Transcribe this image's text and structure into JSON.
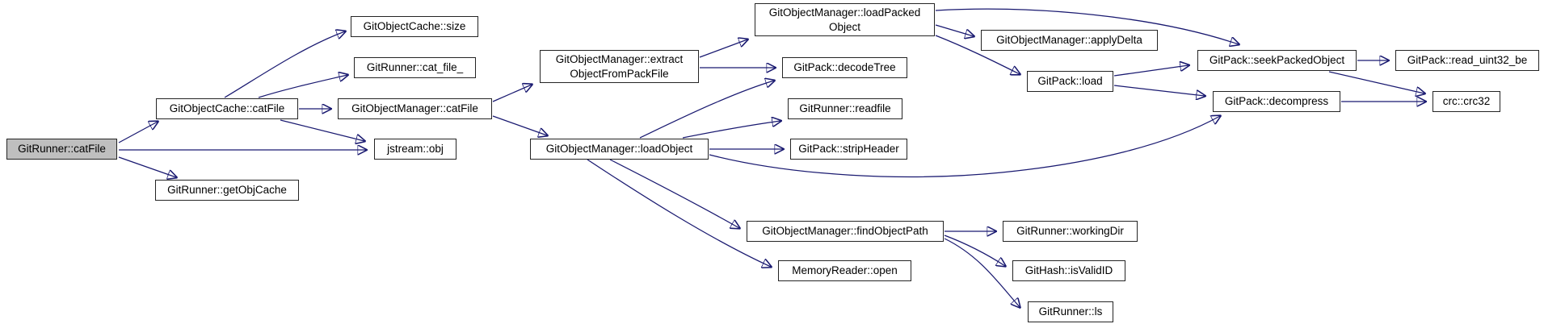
{
  "diagram": {
    "type": "doxygen-call-graph",
    "edge_color": "#191970",
    "node_fill": "#ffffff",
    "node_border_color": "#242424",
    "highlight_fill": "#bfbfbf",
    "nodes": [
      {
        "id": "gitrunner-catfile",
        "label": "GitRunner::catFile",
        "highlighted": true
      },
      {
        "id": "gitobjectcache-catfile",
        "label": "GitObjectCache::catFile",
        "highlighted": false
      },
      {
        "id": "gitobjectcache-size",
        "label": "GitObjectCache::size",
        "highlighted": false
      },
      {
        "id": "gitrunner-cat-file",
        "label": "GitRunner::cat_file_",
        "highlighted": false
      },
      {
        "id": "gitobjectmanager-catfile",
        "label": "GitObjectManager::catFile",
        "highlighted": false
      },
      {
        "id": "jstream-obj",
        "label": "jstream::obj",
        "highlighted": false
      },
      {
        "id": "gitrunner-getobjcache",
        "label": "GitRunner::getObjCache",
        "highlighted": false
      },
      {
        "id": "gitobjectmanager-extractobjectfrompackfile",
        "label": "GitObjectManager::extract\nObjectFromPackFile",
        "highlighted": false
      },
      {
        "id": "gitobjectmanager-loadobject",
        "label": "GitObjectManager::loadObject",
        "highlighted": false
      },
      {
        "id": "gitobjectmanager-loadpackedobject",
        "label": "GitObjectManager::loadPacked\nObject",
        "highlighted": false
      },
      {
        "id": "gitpack-decodetree",
        "label": "GitPack::decodeTree",
        "highlighted": false
      },
      {
        "id": "gitrunner-readfile",
        "label": "GitRunner::readfile",
        "highlighted": false
      },
      {
        "id": "gitpack-stripheader",
        "label": "GitPack::stripHeader",
        "highlighted": false
      },
      {
        "id": "gitobjectmanager-applydelta",
        "label": "GitObjectManager::applyDelta",
        "highlighted": false
      },
      {
        "id": "gitpack-load",
        "label": "GitPack::load",
        "highlighted": false
      },
      {
        "id": "gitpack-seekpackedobject",
        "label": "GitPack::seekPackedObject",
        "highlighted": false
      },
      {
        "id": "gitpack-read-uint32-be",
        "label": "GitPack::read_uint32_be",
        "highlighted": false
      },
      {
        "id": "gitpack-decompress",
        "label": "GitPack::decompress",
        "highlighted": false
      },
      {
        "id": "crc-crc32",
        "label": "crc::crc32",
        "highlighted": false
      },
      {
        "id": "gitobjectmanager-findobjectpath",
        "label": "GitObjectManager::findObjectPath",
        "highlighted": false
      },
      {
        "id": "gitrunner-workingdir",
        "label": "GitRunner::workingDir",
        "highlighted": false
      },
      {
        "id": "githash-isvalidid",
        "label": "GitHash::isValidID",
        "highlighted": false
      },
      {
        "id": "gitrunner-ls",
        "label": "GitRunner::ls",
        "highlighted": false
      },
      {
        "id": "memoryreader-open",
        "label": "MemoryReader::open",
        "highlighted": false
      }
    ],
    "edges": [
      {
        "from": "GitRunner::catFile",
        "to": "GitObjectCache::catFile"
      },
      {
        "from": "GitRunner::catFile",
        "to": "jstream::obj"
      },
      {
        "from": "GitRunner::catFile",
        "to": "GitRunner::getObjCache"
      },
      {
        "from": "GitObjectCache::catFile",
        "to": "GitObjectCache::size"
      },
      {
        "from": "GitObjectCache::catFile",
        "to": "GitRunner::cat_file_"
      },
      {
        "from": "GitObjectCache::catFile",
        "to": "GitObjectManager::catFile"
      },
      {
        "from": "GitObjectCache::catFile",
        "to": "jstream::obj"
      },
      {
        "from": "GitObjectManager::catFile",
        "to": "GitObjectManager::extractObjectFromPackFile"
      },
      {
        "from": "GitObjectManager::catFile",
        "to": "GitObjectManager::loadObject"
      },
      {
        "from": "GitObjectManager::extractObjectFromPackFile",
        "to": "GitObjectManager::loadPackedObject"
      },
      {
        "from": "GitObjectManager::extractObjectFromPackFile",
        "to": "GitPack::decodeTree"
      },
      {
        "from": "GitObjectManager::loadPackedObject",
        "to": "GitObjectManager::applyDelta"
      },
      {
        "from": "GitObjectManager::loadPackedObject",
        "to": "GitPack::load"
      },
      {
        "from": "GitObjectManager::loadPackedObject",
        "to": "GitPack::seekPackedObject"
      },
      {
        "from": "GitPack::load",
        "to": "GitPack::seekPackedObject"
      },
      {
        "from": "GitPack::load",
        "to": "GitPack::decompress"
      },
      {
        "from": "GitPack::seekPackedObject",
        "to": "GitPack::read_uint32_be"
      },
      {
        "from": "GitPack::seekPackedObject",
        "to": "crc::crc32"
      },
      {
        "from": "GitPack::decompress",
        "to": "crc::crc32"
      },
      {
        "from": "GitObjectManager::loadObject",
        "to": "GitPack::decodeTree"
      },
      {
        "from": "GitObjectManager::loadObject",
        "to": "GitRunner::readfile"
      },
      {
        "from": "GitObjectManager::loadObject",
        "to": "GitPack::stripHeader"
      },
      {
        "from": "GitObjectManager::loadObject",
        "to": "GitPack::decompress"
      },
      {
        "from": "GitObjectManager::loadObject",
        "to": "GitObjectManager::findObjectPath"
      },
      {
        "from": "GitObjectManager::loadObject",
        "to": "MemoryReader::open"
      },
      {
        "from": "GitObjectManager::findObjectPath",
        "to": "GitRunner::workingDir"
      },
      {
        "from": "GitObjectManager::findObjectPath",
        "to": "GitHash::isValidID"
      },
      {
        "from": "GitObjectManager::findObjectPath",
        "to": "GitRunner::ls"
      }
    ]
  }
}
